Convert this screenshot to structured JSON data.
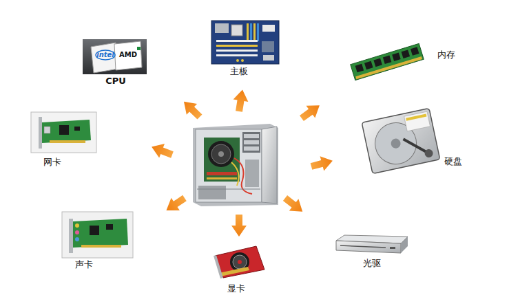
{
  "diagram": {
    "labels": [
      "CPU",
      "主板",
      "内存",
      "硬盘",
      "光驱",
      "显卡",
      "声卡",
      "网卡",
      "intel",
      "AMD"
    ]
  }
}
